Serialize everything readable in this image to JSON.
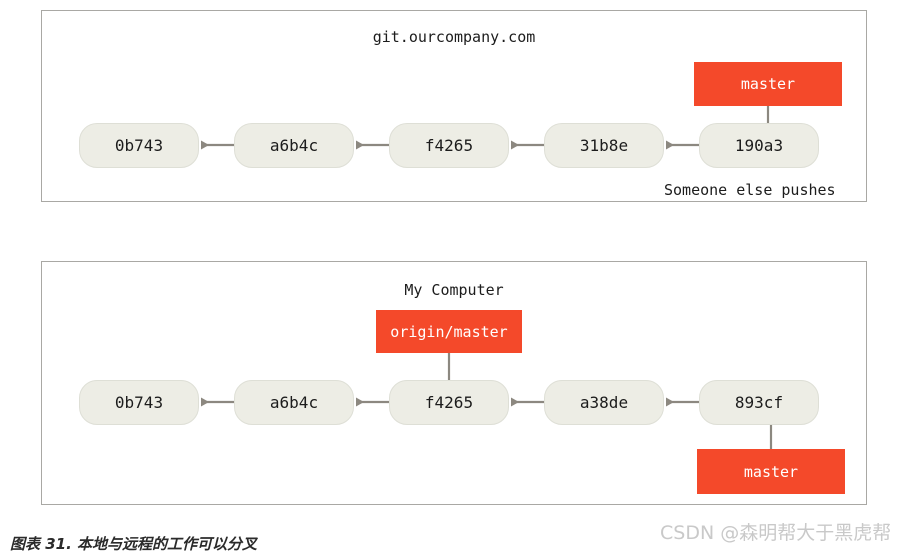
{
  "figure": {
    "caption": "图表 31. 本地与远程的工作可以分叉",
    "watermark": "CSDN @森明帮大于黑虎帮",
    "colors": {
      "ref_box": "#f4492a",
      "commit_fill": "#edede5",
      "panel_border": "#a9a8a4",
      "arrow": "#8c8880",
      "text": "#1c1c1c",
      "ref_text": "#ffffff",
      "watermark_text": "#c9c9c9"
    }
  },
  "panels": [
    {
      "id": "remote",
      "title": "git.ourcompany.com",
      "commits": [
        {
          "label": "0b743"
        },
        {
          "label": "a6b4c"
        },
        {
          "label": "f4265"
        },
        {
          "label": "31b8e"
        },
        {
          "label": "190a3"
        }
      ],
      "refs": [
        {
          "label": "master",
          "points_to": "190a3",
          "direction": "down"
        }
      ],
      "note": "Someone else pushes"
    },
    {
      "id": "local",
      "title": "My Computer",
      "commits": [
        {
          "label": "0b743"
        },
        {
          "label": "a6b4c"
        },
        {
          "label": "f4265"
        },
        {
          "label": "a38de"
        },
        {
          "label": "893cf"
        }
      ],
      "refs": [
        {
          "label": "origin/master",
          "points_to": "f4265",
          "direction": "down"
        },
        {
          "label": "master",
          "points_to": "893cf",
          "direction": "up"
        }
      ]
    }
  ]
}
